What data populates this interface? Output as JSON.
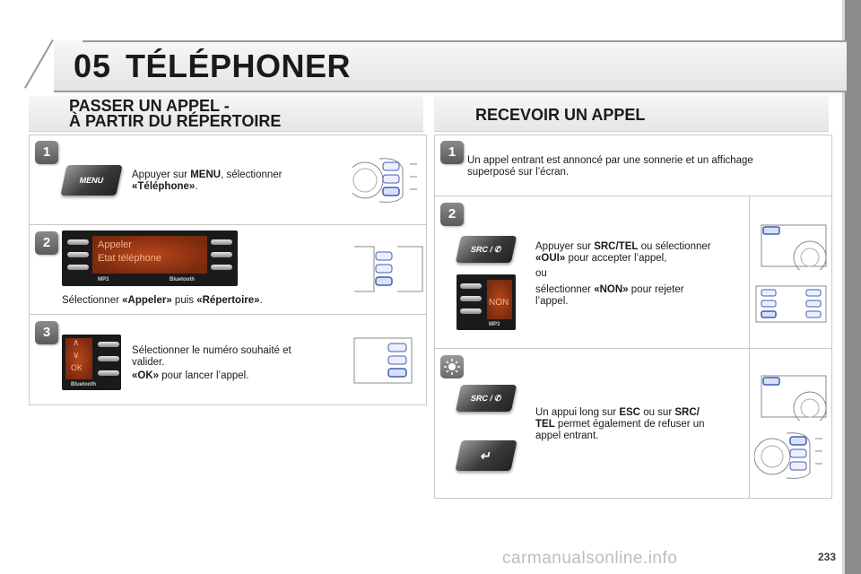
{
  "header": {
    "chapter_number": "05",
    "chapter_title": "TÉLÉPHONER"
  },
  "left_section": {
    "title_line1": "PASSER UN APPEL -",
    "title_line2": "À PARTIR DU RÉPERTOIRE",
    "steps": [
      {
        "badge": "1",
        "key_label": "MENU",
        "text_pre": "Appuyer sur ",
        "text_bold1": "MENU",
        "text_mid": ", sélectionner",
        "text_bold2": "«Téléphone»",
        "text_end": "."
      },
      {
        "badge": "2",
        "screen_line1": "Appeler",
        "screen_line2": "Etat téléphone",
        "screen_footer": "MP3",
        "screen_footer2": "Bluetooth",
        "text_pre": "Sélectionner ",
        "text_bold1": "«Appeler»",
        "text_mid": " puis ",
        "text_bold2": "«Répertoire»",
        "text_end": "."
      },
      {
        "badge": "3",
        "screen_ok": "OK",
        "screen_footer": "Bluetooth",
        "text_line1": "Sélectionner le numéro souhaité et",
        "text_line2": "valider.",
        "text_bold": "«OK»",
        "text_after": " pour lancer l’appel."
      }
    ]
  },
  "right_section": {
    "title": "RECEVOIR UN APPEL",
    "steps": [
      {
        "badge": "1",
        "text_line1": "Un appel entrant est annoncé par une sonnerie et un affichage",
        "text_line2": "superposé sur l’écran."
      },
      {
        "badge": "2",
        "key_label": "SRC / ✆",
        "screen_line": "NON",
        "screen_footer": "MP3",
        "text_pre": "Appuyer sur ",
        "text_bold1": "SRC/TEL",
        "text_mid": " ou sélectionner",
        "text_bold2": "«OUI»",
        "text_mid2": " pour accepter l’appel,",
        "text_or": "ou",
        "text_pre2": "sélectionner ",
        "text_bold3": "«NON»",
        "text_mid3": " pour rejeter",
        "text_end": "l’appel."
      },
      {
        "badge": "tip",
        "key_label": "SRC / ✆",
        "key2_label": "↵",
        "text_pre": "Un appui long sur ",
        "text_bold1": "ESC",
        "text_mid": " ou sur ",
        "text_bold2": "SRC/",
        "text_bold3": "TEL",
        "text_mid2": " permet également de refuser un",
        "text_end": "appel entrant."
      }
    ]
  },
  "footer": {
    "page_number": "233",
    "watermark": "carmanualsonline.info"
  }
}
